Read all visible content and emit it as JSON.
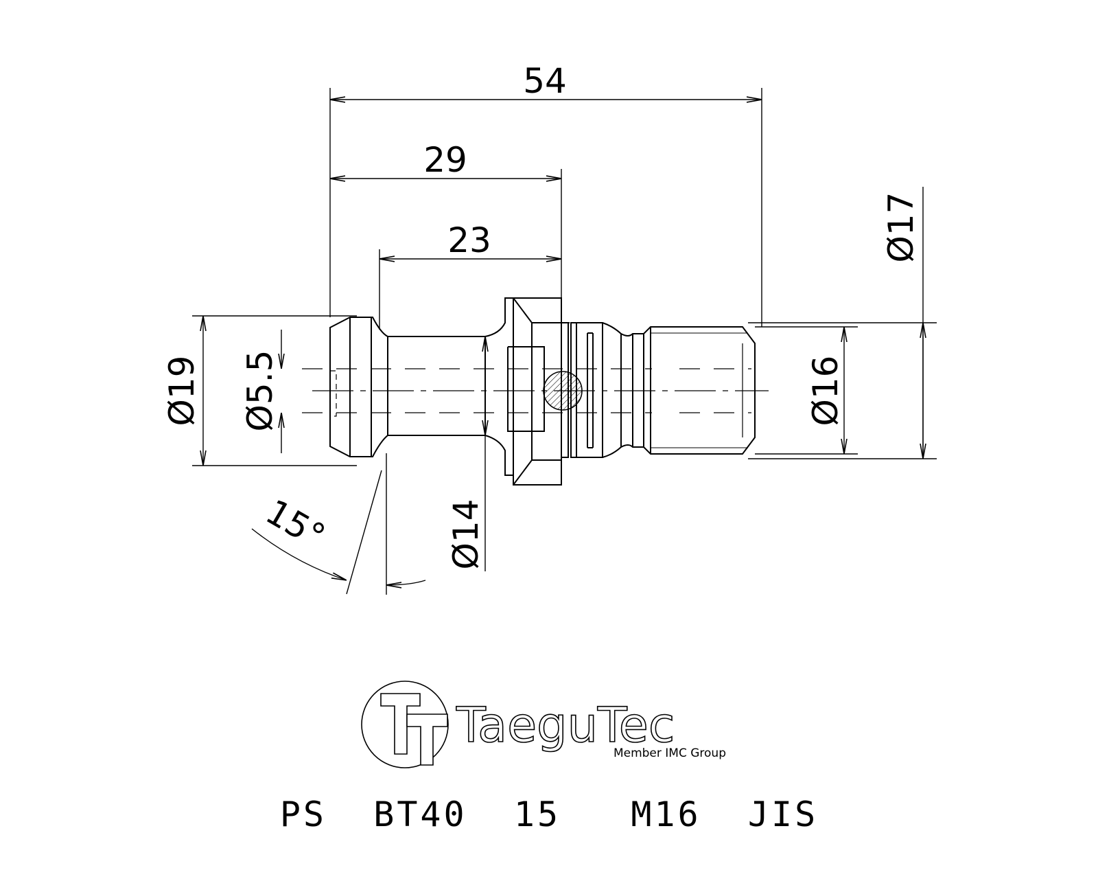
{
  "dimensions": {
    "overall_length": "54",
    "head_to_flange": "29",
    "neck_length": "23",
    "dia_flange": "Ø17",
    "dia_head": "Ø19",
    "dia_bore": "Ø5.5",
    "dia_thread": "Ø16",
    "dia_neck": "Ø14",
    "angle": "15°"
  },
  "logo": {
    "brand": "TaeguTec",
    "tagline": "Member IMC Group"
  },
  "part_code": "PS  BT40  15   M16  JIS"
}
